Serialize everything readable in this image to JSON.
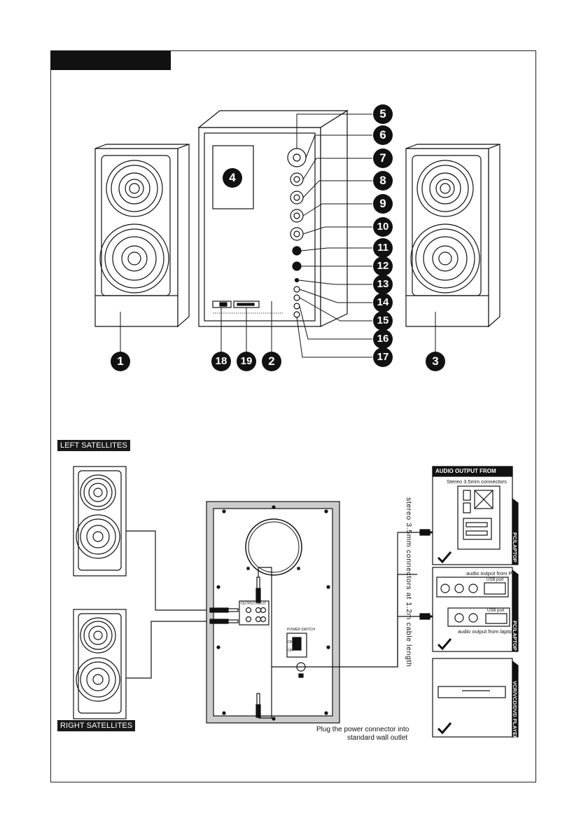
{
  "callouts": [
    "1",
    "2",
    "3",
    "4",
    "5",
    "6",
    "7",
    "8",
    "9",
    "10",
    "11",
    "12",
    "13",
    "14",
    "15",
    "16",
    "17",
    "18",
    "19"
  ],
  "labels": {
    "left_satellites": "LEFT SATELLITES",
    "right_satellites": "RIGHT SATELLITES",
    "audio_output_from": "AUDIO OUTPUT FROM",
    "stereo_connectors": "Stereo 3.5mm connectors",
    "audio_output_pc": "audio output from PC",
    "audio_output_laptop": "audio output from laptop",
    "usb_port_1": "USB port",
    "usb_port_2": "USB port",
    "side_pc_laptop_1": "PC/LAPTOP",
    "side_pc_laptop_2": "PC/LAPTOP",
    "side_vcr": "VCR/VCD/DVD PLAYER",
    "cable_note": "stereo 3.5mm connectors at 1.2m cable length",
    "power_line1": "Plug the power connector into",
    "power_line2": "standard wall outlet",
    "power_switch": "POWER SWITCH",
    "on": "ON",
    "off": "OFF",
    "output": "OUTPUT",
    "input": "INPUT"
  },
  "colors": {
    "ink": "#111111",
    "wood": "#bbbbbb",
    "paper": "#ffffff"
  }
}
